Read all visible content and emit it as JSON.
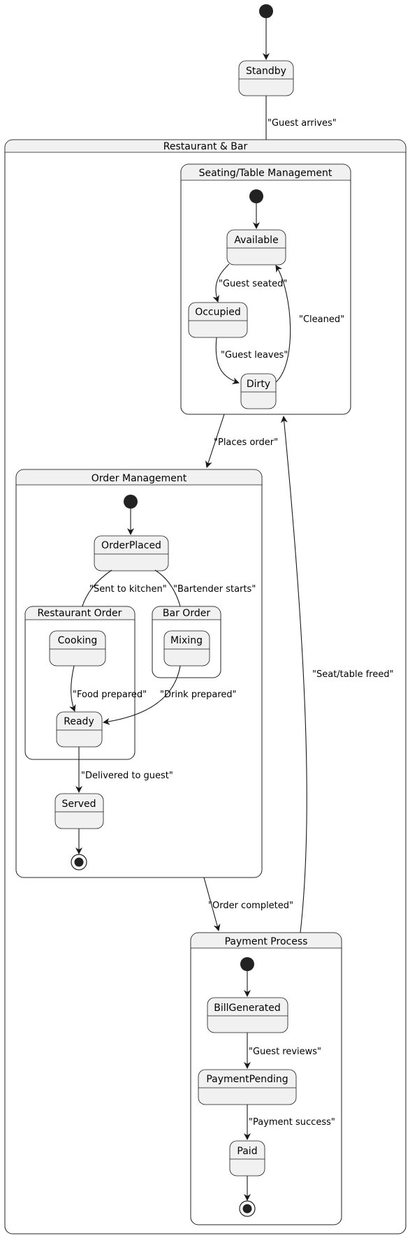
{
  "diagram": {
    "type": "state-diagram",
    "states": {
      "standby": "Standby",
      "restaurant_bar": "Restaurant & Bar",
      "seating": "Seating/Table Management",
      "available": "Available",
      "occupied": "Occupied",
      "dirty": "Dirty",
      "order_mgmt": "Order Management",
      "order_placed": "OrderPlaced",
      "restaurant_order": "Restaurant Order",
      "cooking": "Cooking",
      "ready": "Ready",
      "bar_order": "Bar Order",
      "mixing": "Mixing",
      "served": "Served",
      "payment": "Payment Process",
      "bill_generated": "BillGenerated",
      "payment_pending": "PaymentPending",
      "paid": "Paid"
    },
    "transitions": {
      "guest_arrives": "\"Guest arrives\"",
      "guest_seated": "\"Guest seated\"",
      "guest_leaves": "\"Guest leaves\"",
      "cleaned": "\"Cleaned\"",
      "places_order": "\"Places order\"",
      "sent_to_kitchen": "\"Sent to kitchen\"",
      "bartender_starts": "\"Bartender starts\"",
      "food_prepared": "\"Food prepared\"",
      "drink_prepared": "\"Drink prepared\"",
      "delivered": "\"Delivered to guest\"",
      "order_completed": "\"Order completed\"",
      "table_freed": "\"Seat/table freed\"",
      "guest_reviews": "\"Guest reviews\"",
      "payment_success": "\"Payment success\""
    }
  }
}
